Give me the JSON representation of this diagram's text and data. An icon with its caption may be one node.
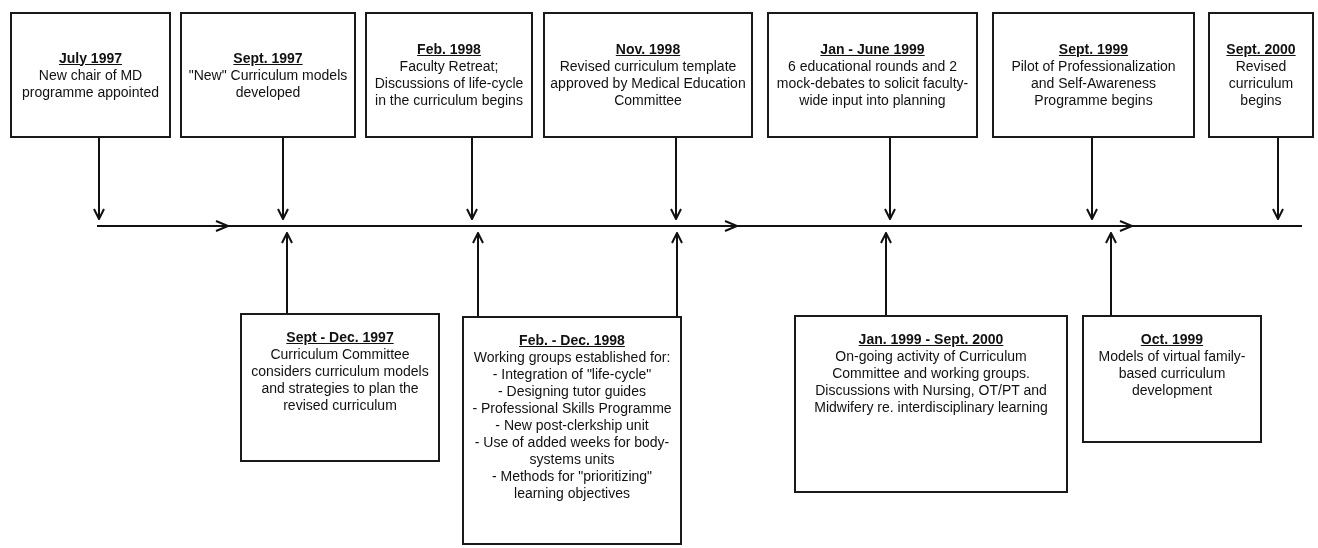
{
  "diagram": {
    "nodes": [
      {
        "text": [
          "July 1997",
          "New chair of MD programme appointed"
        ]
      },
      {
        "text": [
          "Sept. 1997",
          "\"New\" Curriculum models developed"
        ]
      },
      {
        "text": [
          "Feb. 1998",
          "Faculty Retreat; Discussions of life-cycle in the curriculum begins"
        ]
      },
      {
        "text": [
          "Nov. 1998",
          "Revised curriculum template approved by Medical Education Committee"
        ]
      },
      {
        "text": [
          "Jan - June 1999",
          "6 educational rounds and 2 mock-debates to solicit faculty-wide input into planning"
        ]
      },
      {
        "text": [
          "Sept. 1999",
          "Pilot of Professionalization and Self-Awareness Programme begins"
        ]
      },
      {
        "text": [
          "Sept. 2000",
          "Revised curriculum begins"
        ]
      },
      {
        "text": [],
        "shape": "line"
      },
      {
        "text": [
          "Sept - Dec. 1997",
          "Curriculum Committee considers curriculum models and strategies to plan the revised curriculum"
        ]
      },
      {
        "text": [
          "Feb. - Dec. 1998",
          "Working groups established for:",
          "- Integration of \"life-cycle\"",
          "- Designing tutor guides",
          "- Professional Skills Programme",
          "- New post-clerkship unit",
          "- Use of added weeks for body-systems units",
          "- Methods for \"prioritizing\" learning objectives"
        ]
      },
      {
        "text": [
          "Jan. 1999 - Sept. 2000",
          "On-going activity of Curriculum Committee and working groups.  Discussions with Nursing, OT/PT and Midwifery re. interdisciplinary learning"
        ]
      },
      {
        "text": [
          "Oct. 1999",
          "Models of virtual family-based curriculum development"
        ]
      }
    ],
    "edges": [
      {
        "from": 0,
        "to": 7,
        "arrow": "to"
      },
      {
        "from": 1,
        "to": 7,
        "arrow": "to"
      },
      {
        "from": 2,
        "to": 7,
        "arrow": "to"
      },
      {
        "from": 3,
        "to": 7,
        "arrow": "to"
      },
      {
        "from": 4,
        "to": 7,
        "arrow": "to"
      },
      {
        "from": 5,
        "to": 7,
        "arrow": "to"
      },
      {
        "from": 6,
        "to": 7,
        "arrow": "to"
      },
      {
        "from": 8,
        "to": 7,
        "arrow": "to"
      },
      {
        "from": 9,
        "to": 7,
        "arrow": "to"
      },
      {
        "from": 9,
        "to": 7,
        "arrow": "to"
      },
      {
        "from": 10,
        "to": 7,
        "arrow": "to"
      },
      {
        "from": 11,
        "to": 7,
        "arrow": "to"
      }
    ]
  }
}
